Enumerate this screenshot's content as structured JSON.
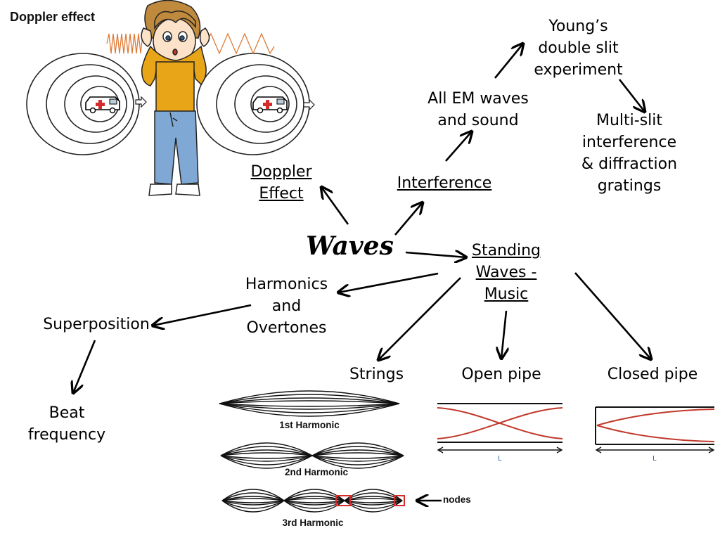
{
  "doppler_panel": {
    "title": "Doppler effect"
  },
  "nodes": {
    "central": "Waves",
    "doppler": "Doppler Effect",
    "interference": "Interference",
    "all_em": [
      "All EM waves",
      "and sound"
    ],
    "youngs": [
      "Young’s",
      "double slit",
      "experiment"
    ],
    "multislit": [
      "Multi-slit",
      "interference",
      "& diffraction",
      "gratings"
    ],
    "standing": [
      "Standing",
      "Waves -",
      "Music"
    ],
    "harmonics": [
      "Harmonics",
      "and",
      "Overtones"
    ],
    "superposition": "Superposition",
    "beat": [
      "Beat",
      "frequency"
    ],
    "strings": "Strings",
    "open_pipe": "Open pipe",
    "closed_pipe": "Closed pipe"
  },
  "string_diagrams": {
    "harmonic_1": "1st Harmonic",
    "harmonic_2": "2nd Harmonic",
    "harmonic_3": "3rd Harmonic",
    "nodes_label": "nodes"
  },
  "pipe_diagrams": {
    "open_length_label": "L",
    "closed_length_label": "L"
  },
  "colors": {
    "pipe_wave": "#c0392b",
    "length_label": "#1f5fa8",
    "node_box": "#d62b2b",
    "shirt": "#e8a517",
    "jeans": "#7fa8d4",
    "hair": "#c08a3e",
    "sound_wave": "#e07a35",
    "cross": "#d62b2b"
  },
  "icons": [
    "ambulance-icon",
    "hollow-arrow-icon",
    "boy-covering-ears-icon"
  ]
}
